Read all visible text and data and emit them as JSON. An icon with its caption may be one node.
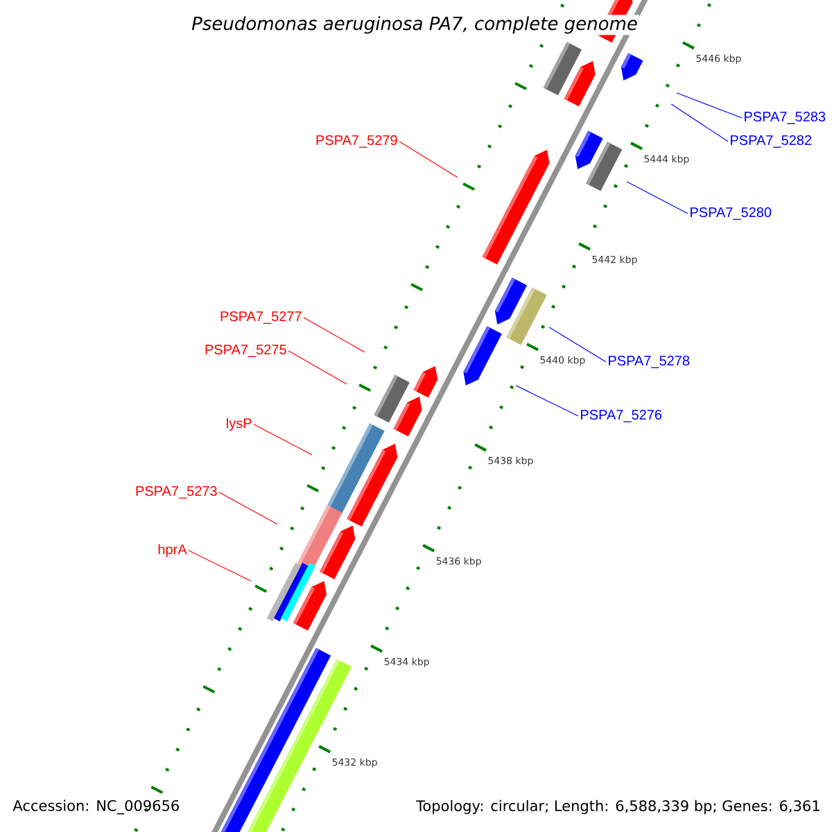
{
  "diagram": {
    "title": "Pseudomonas aeruginosa PA7, complete genome",
    "nodes": [
      {
        "text": [
          "PSPA7_5283"
        ]
      },
      {
        "text": [
          "PSPA7_5282"
        ]
      },
      {
        "text": [
          "PSPA7_5279"
        ]
      },
      {
        "text": [
          "PSPA7_5280"
        ]
      },
      {
        "text": [
          "PSPA7_5277"
        ]
      },
      {
        "text": [
          "PSPA7_5275"
        ]
      },
      {
        "text": [
          "PSPA7_5278"
        ]
      },
      {
        "text": [
          "PSPA7_5276"
        ]
      },
      {
        "text": [
          "lysP"
        ]
      },
      {
        "text": [
          "PSPA7_5273"
        ]
      },
      {
        "text": [
          "hprA"
        ]
      }
    ],
    "edges": [
      {
        "from": 0,
        "to": null,
        "arrow": "none",
        "color": "#0000ff"
      },
      {
        "from": 1,
        "to": null,
        "arrow": "none",
        "color": "#0000ff"
      },
      {
        "from": 2,
        "to": null,
        "arrow": "none"
      },
      {
        "from": 3,
        "to": null,
        "arrow": "none",
        "color": "#0000ff"
      },
      {
        "from": 4,
        "to": null,
        "arrow": "none"
      },
      {
        "from": 5,
        "to": null,
        "arrow": "none"
      },
      {
        "from": 6,
        "to": null,
        "arrow": "none",
        "color": "#0000ff"
      },
      {
        "from": 7,
        "to": null,
        "arrow": "none",
        "color": "#0000ff"
      },
      {
        "from": 8,
        "to": null,
        "arrow": "none"
      },
      {
        "from": 9,
        "to": null,
        "arrow": "none"
      },
      {
        "from": 10,
        "to": null,
        "arrow": "none"
      }
    ],
    "labels": [
      "5446 kbp",
      "5444 kbp",
      "5442 kbp",
      "5440 kbp",
      "5438 kbp",
      "5436 kbp",
      "5434 kbp",
      "5432 kbp",
      "Accession: NC_009656",
      "Topology: circular; Length: 6,588,339 bp; Genes: 6,361"
    ]
  }
}
